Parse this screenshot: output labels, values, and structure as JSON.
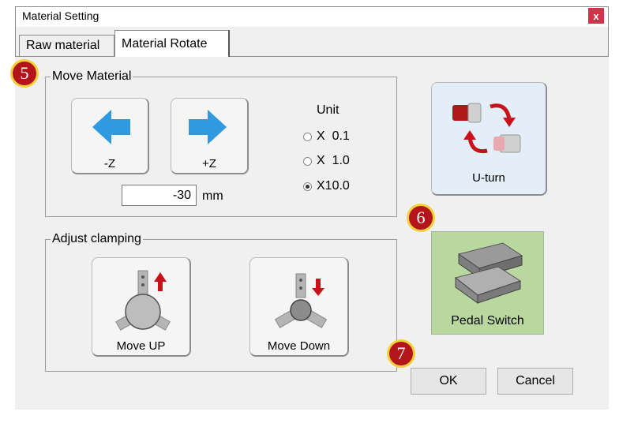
{
  "window": {
    "title": "Material Setting",
    "close_glyph": "x"
  },
  "tabs": [
    {
      "label": "Raw material"
    },
    {
      "label": "Material Rotate",
      "active": true
    }
  ],
  "move_material": {
    "group_label": "Move Material",
    "minus_label": "-Z",
    "plus_label": "+Z",
    "value": "-30",
    "unit_suffix": "mm",
    "unit_title": "Unit",
    "options": [
      "X  0.1",
      "X  1.0",
      "X10.0"
    ],
    "selected_index": 2
  },
  "adjust_clamping": {
    "group_label": "Adjust clamping",
    "up_label": "Move UP",
    "down_label": "Move Down"
  },
  "uturn_label": "U-turn",
  "pedal_label": "Pedal Switch",
  "ok_label": "OK",
  "cancel_label": "Cancel",
  "badges": [
    "5",
    "6",
    "7"
  ],
  "colors": {
    "arrow_blue": "#2f9ae0",
    "arrow_red": "#c8111a",
    "pedal_bg": "#b9d8a0",
    "uturn_bg": "#e4eef8",
    "badge_red": "#b3151b",
    "badge_ring": "#f2d23a"
  }
}
